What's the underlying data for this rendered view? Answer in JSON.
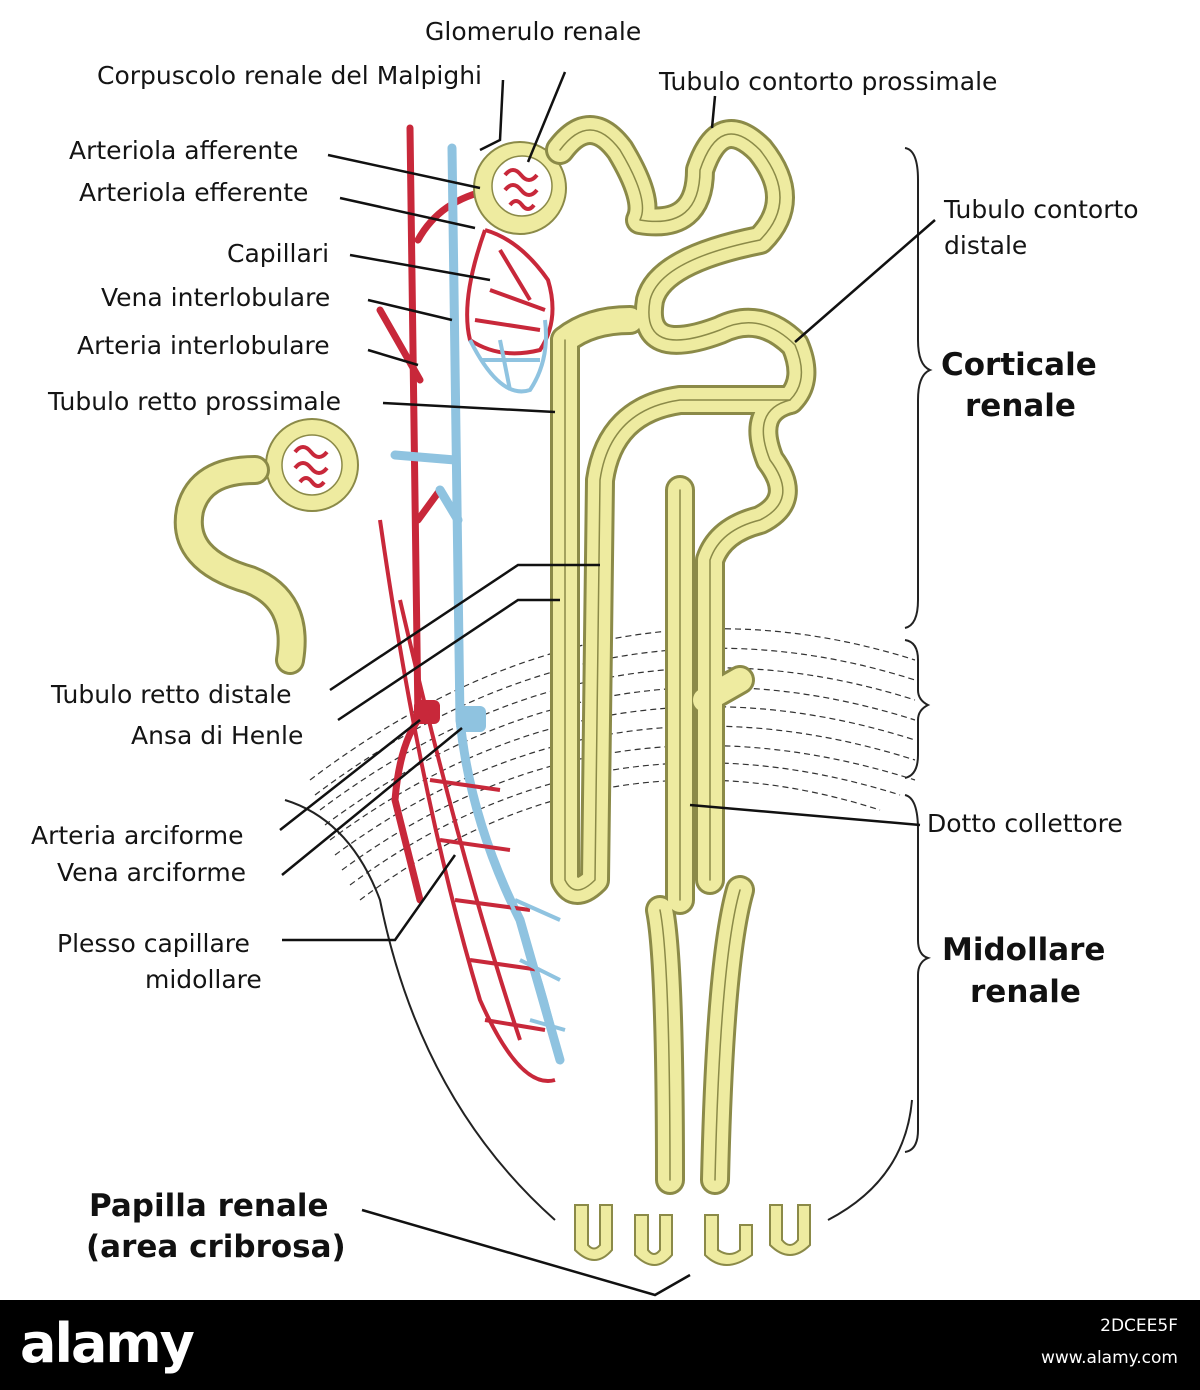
{
  "diagram": {
    "labels": {
      "glomerulo_renale": "Glomerulo renale",
      "corpuscolo_renale": "Corpuscolo renale del Malpighi",
      "tubulo_contorto_prossimale": "Tubulo contorto prossimale",
      "arteriola_afferente": "Arteriola afferente",
      "arteriola_efferente": "Arteriola efferente",
      "capillari": "Capillari",
      "vena_interlobulare": "Vena interlobulare",
      "arteria_interlobulare": "Arteria interlobulare",
      "tubulo_retto_prossimale": "Tubulo retto prossimale",
      "tubulo_contorto_distale_1": "Tubulo contorto",
      "tubulo_contorto_distale_2": "distale",
      "corticale_renale_1": "Corticale",
      "corticale_renale_2": "renale",
      "tubulo_retto_distale": "Tubulo retto distale",
      "ansa_di_henle": "Ansa di Henle",
      "arteria_arciforme": "Arteria arciforme",
      "vena_arciforme": "Vena arciforme",
      "plesso_capillare_1": "Plesso capillare",
      "plesso_capillare_2": "midollare",
      "dotto_collettore": "Dotto collettore",
      "midollare_renale_1": "Midollare",
      "midollare_renale_2": "renale",
      "papilla_renale_1": "Papilla renale",
      "papilla_renale_2": "(area cribrosa)"
    },
    "colors": {
      "artery": "#c8283a",
      "vein": "#8fc3e0",
      "tubule_fill": "#eeeba0",
      "tubule_stroke": "#8b8a48",
      "leader": "#111111"
    }
  },
  "footer": {
    "brand": "alamy",
    "image_code": "2DCEE5F",
    "site": "www.alamy.com"
  }
}
